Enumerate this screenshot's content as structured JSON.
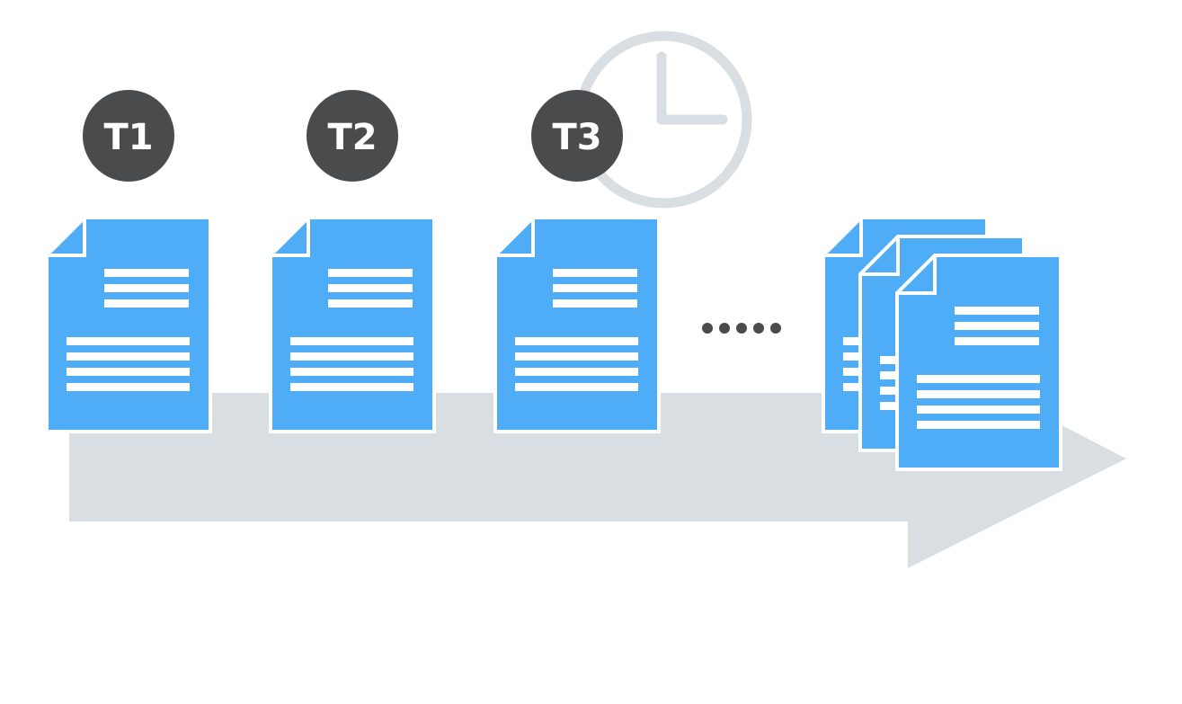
{
  "colors": {
    "arrow": "#D9DEE3",
    "clock": "#D9DEE3",
    "document": "#4FADF7",
    "document_outline": "#FFFFFF",
    "badge": "#4A4B4D",
    "badge_text": "#FFFFFF",
    "ellipsis": "#4A4B4D"
  },
  "timeline": {
    "steps": [
      {
        "label": "T1",
        "icon": "document-icon"
      },
      {
        "label": "T2",
        "icon": "document-icon"
      },
      {
        "label": "T3",
        "icon": "document-icon"
      }
    ],
    "clock_icon": "clock-icon",
    "ellipsis_icon": "ellipsis-icon",
    "stack_icon": "document-stack-icon",
    "arrow_icon": "timeline-arrow-icon"
  }
}
